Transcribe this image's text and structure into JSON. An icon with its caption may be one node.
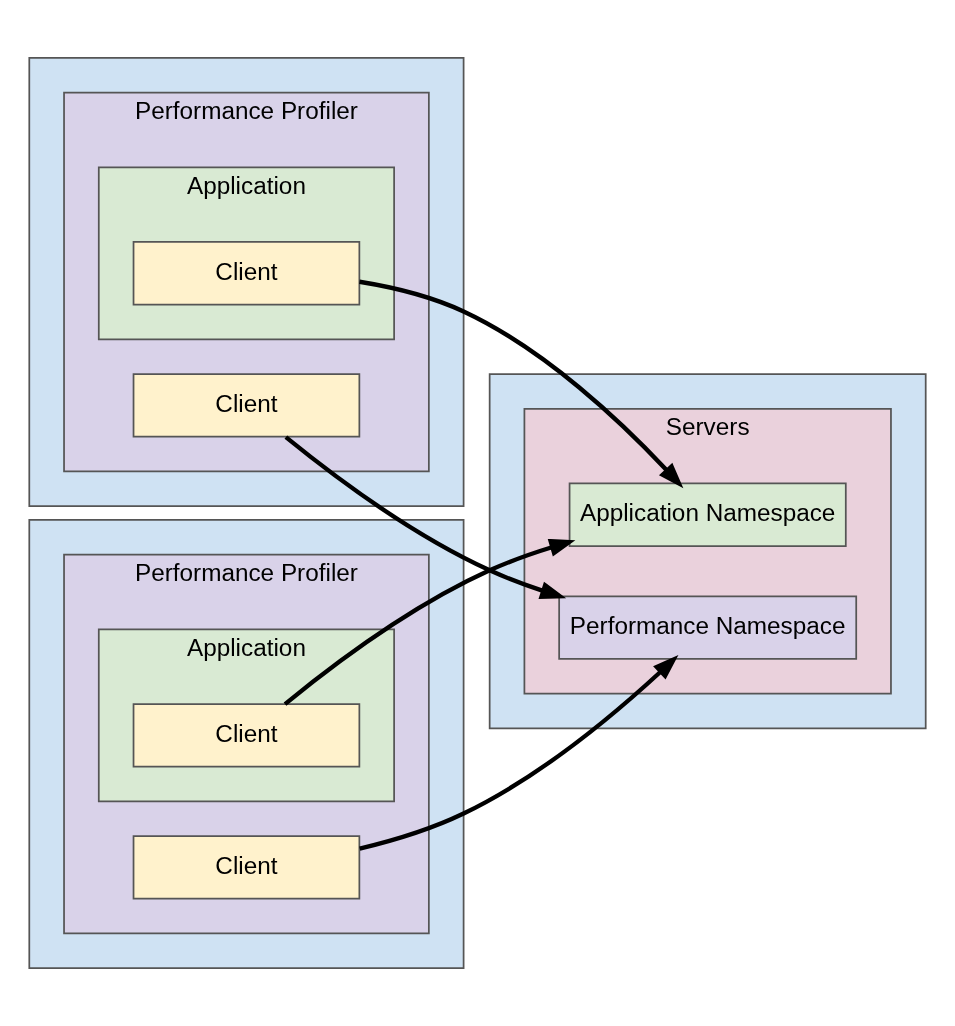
{
  "diagram": {
    "nodes": [
      {
        "text": [],
        "shape": "box"
      },
      {
        "text": [
          "Performance Profiler"
        ],
        "in": 0
      },
      {
        "text": [
          "Client"
        ],
        "in": 1
      },
      {
        "text": [
          "Application"
        ],
        "in": 1
      },
      {
        "text": [
          "Client"
        ],
        "in": 3
      },
      {
        "text": [],
        "shape": "box"
      },
      {
        "text": [
          "Performance Profiler"
        ],
        "in": 5
      },
      {
        "text": [
          "Client"
        ],
        "in": 6
      },
      {
        "text": [
          "Application"
        ],
        "in": 6
      },
      {
        "text": [
          "Client"
        ],
        "in": 8
      },
      {
        "text": [],
        "shape": "box"
      },
      {
        "text": [
          "Servers"
        ],
        "in": 10
      },
      {
        "text": [
          "Performance Namespace"
        ],
        "in": 11
      },
      {
        "text": [
          "Application Namespace"
        ],
        "in": 11
      }
    ],
    "edges": [
      {
        "from": 2,
        "to": 12,
        "arrow": "to"
      },
      {
        "from": 4,
        "to": 13,
        "arrow": "to"
      },
      {
        "from": 7,
        "to": 12,
        "arrow": "to"
      },
      {
        "from": 9,
        "to": 13,
        "arrow": "to"
      }
    ]
  }
}
